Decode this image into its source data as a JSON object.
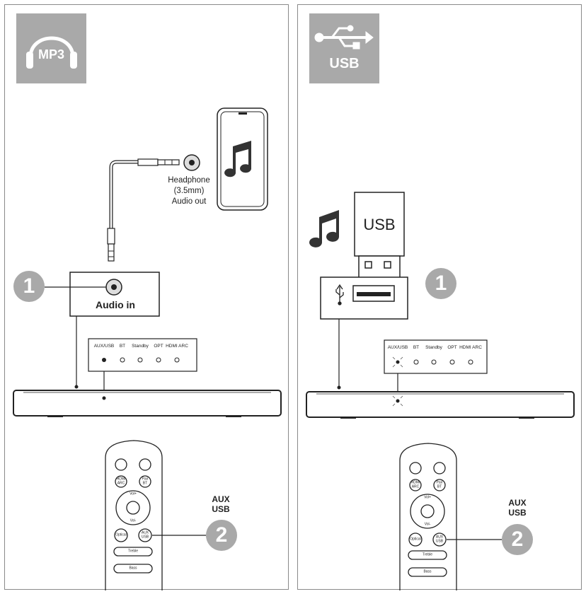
{
  "left_panel": {
    "badge_label": "MP3",
    "headphone_label_lines": [
      "Headphone",
      "(3.5mm)",
      "Audio out"
    ],
    "input_label": "Audio in",
    "step_1": "1",
    "step_2": "2",
    "remote_callout_lines": [
      "AUX",
      "USB"
    ]
  },
  "right_panel": {
    "badge_label": "USB",
    "usb_stick_label": "USB",
    "step_1": "1",
    "step_2": "2",
    "remote_callout_lines": [
      "AUX",
      "USB"
    ]
  },
  "indicator_labels": [
    "AUX/USB",
    "BT",
    "Standby",
    "OPT",
    "HDMI ARC"
  ],
  "remote_buttons": {
    "hdmi_arc": [
      "HDMI",
      "ARC"
    ],
    "pair_bt": [
      "Pair",
      "BT"
    ],
    "vol_up": "Vol+",
    "vol_down": "Vol-",
    "optical": "Optical",
    "aux_usb": [
      "AUX",
      "USB"
    ],
    "treble": "Treble",
    "bass": "Bass"
  },
  "colors": {
    "badge_gray": "#a9a9a9",
    "step_gray": "#a9a9a9",
    "line_dark": "#222222",
    "border": "#8a8a8a"
  },
  "icons": {
    "left_badge": "headphones-icon",
    "right_badge": "usb-symbol-icon",
    "music": "music-note-icon"
  }
}
